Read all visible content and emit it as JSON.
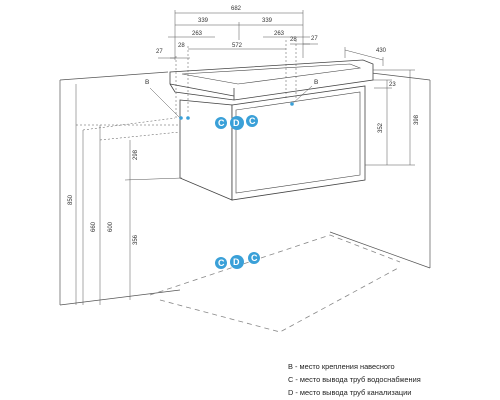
{
  "dimensions": {
    "total_width": "682",
    "left_half": "339",
    "right_half": "339",
    "left_263": "263",
    "right_263": "263",
    "center_572": "572",
    "left_28": "28",
    "right_28": "28",
    "left_27": "27",
    "right_27": "27",
    "depth": "430",
    "height_398": "398",
    "height_352": "352",
    "offset_23": "23",
    "height_850": "850",
    "height_660": "660",
    "height_600": "600",
    "height_298": "298",
    "height_356": "356"
  },
  "markers": {
    "b_left": "B",
    "b_right": "B",
    "cluster_top": [
      "C",
      "D",
      "C"
    ],
    "cluster_floor": [
      "C",
      "D",
      "C"
    ]
  },
  "colors": {
    "accent": "#3aa0d8",
    "line": "#555555"
  },
  "legend": [
    "B - место крепления навесного",
    "C - место вывода труб водоснабжения",
    "D - место вывода труб канализации"
  ]
}
